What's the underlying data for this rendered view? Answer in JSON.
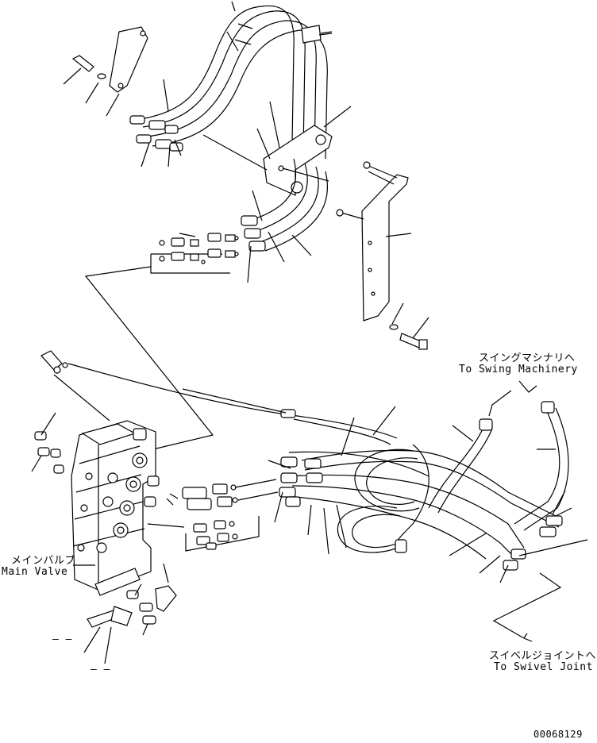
{
  "callouts": {
    "swing_jp": "スイングマシナリへ",
    "swing_en": "To Swing Machinery",
    "main_jp": "メインバルブ",
    "main_en": "Main Valve",
    "swivel_jp": "スイベルジョイントへ",
    "swivel_en": "To Swivel Joint"
  },
  "small_marks": {
    "mark_a": "— –",
    "mark_b": "– –"
  },
  "drawing_number": "00068129"
}
